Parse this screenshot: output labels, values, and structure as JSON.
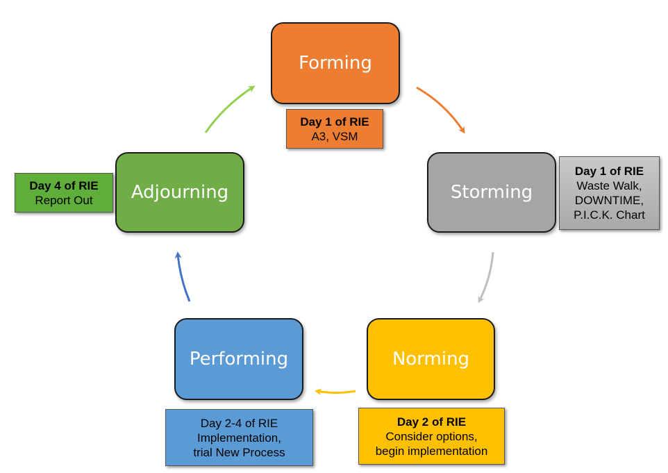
{
  "colors": {
    "forming": "#ED7D31",
    "storming": "#A5A5A5",
    "norming": "#FFC000",
    "performing": "#5B9BD5",
    "adjourning": "#70AD47",
    "adjourning_note": "#5FAE3A",
    "performing_note": "#5B9BD5"
  },
  "stages": {
    "forming": {
      "label": "Forming"
    },
    "storming": {
      "label": "Storming"
    },
    "norming": {
      "label": "Norming"
    },
    "performing": {
      "label": "Performing"
    },
    "adjourning": {
      "label": "Adjourning"
    }
  },
  "notes": {
    "forming": {
      "line1": "Day 1 of RIE",
      "line2": "A3, VSM"
    },
    "storming": {
      "line1": "Day 1 of RIE",
      "line2": "Waste Walk,",
      "line3": "DOWNTIME,",
      "line4": "P.I.C.K. Chart"
    },
    "norming": {
      "line1": "Day 2 of RIE",
      "line2": "Consider options,",
      "line3": "begin implementation"
    },
    "performing": {
      "line1": "Day 2-4 of RIE",
      "line2": "Implementation,",
      "line3": "trial New Process"
    },
    "adjourning": {
      "line1": "Day 4 of RIE",
      "line2": "Report Out"
    }
  }
}
